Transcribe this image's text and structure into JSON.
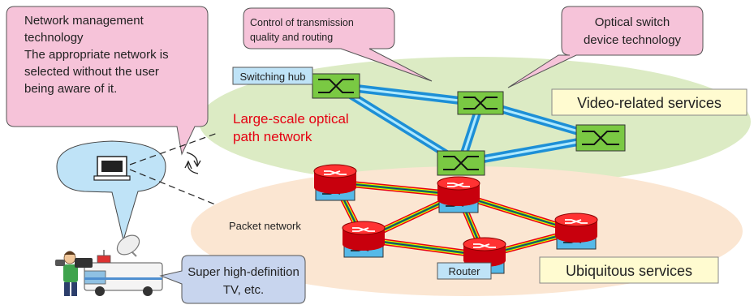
{
  "callouts": {
    "network_mgmt": {
      "title_line1": "Network management",
      "title_line2": "technology",
      "body_line1": "The appropriate network is",
      "body_line2": "selected without the user",
      "body_line3": "being aware of it."
    },
    "control": {
      "line1": "Control of transmission",
      "line2": "quality and routing"
    },
    "optical_switch": {
      "line1": "Optical switch",
      "line2": "device technology"
    },
    "tv": {
      "line1": "Super high-definition",
      "line2": "TV, etc."
    }
  },
  "labels": {
    "switching_hub": "Switching hub",
    "router": "Router",
    "optical_network_line1": "Large-scale optical",
    "optical_network_line2": "path network",
    "packet_network": "Packet network",
    "video_services": "Video-related services",
    "ubiquitous_services": "Ubiquitous services"
  },
  "colors": {
    "callout_pink": "#f6c3d9",
    "label_blue": "#bfe3f7",
    "label_yellow": "#fffbd0",
    "optical_region": "#dcebc4",
    "packet_region": "#fbe6d2",
    "switch_green": "#7ac943",
    "router_red": "#e2001a",
    "optical_text": "#e50012"
  }
}
